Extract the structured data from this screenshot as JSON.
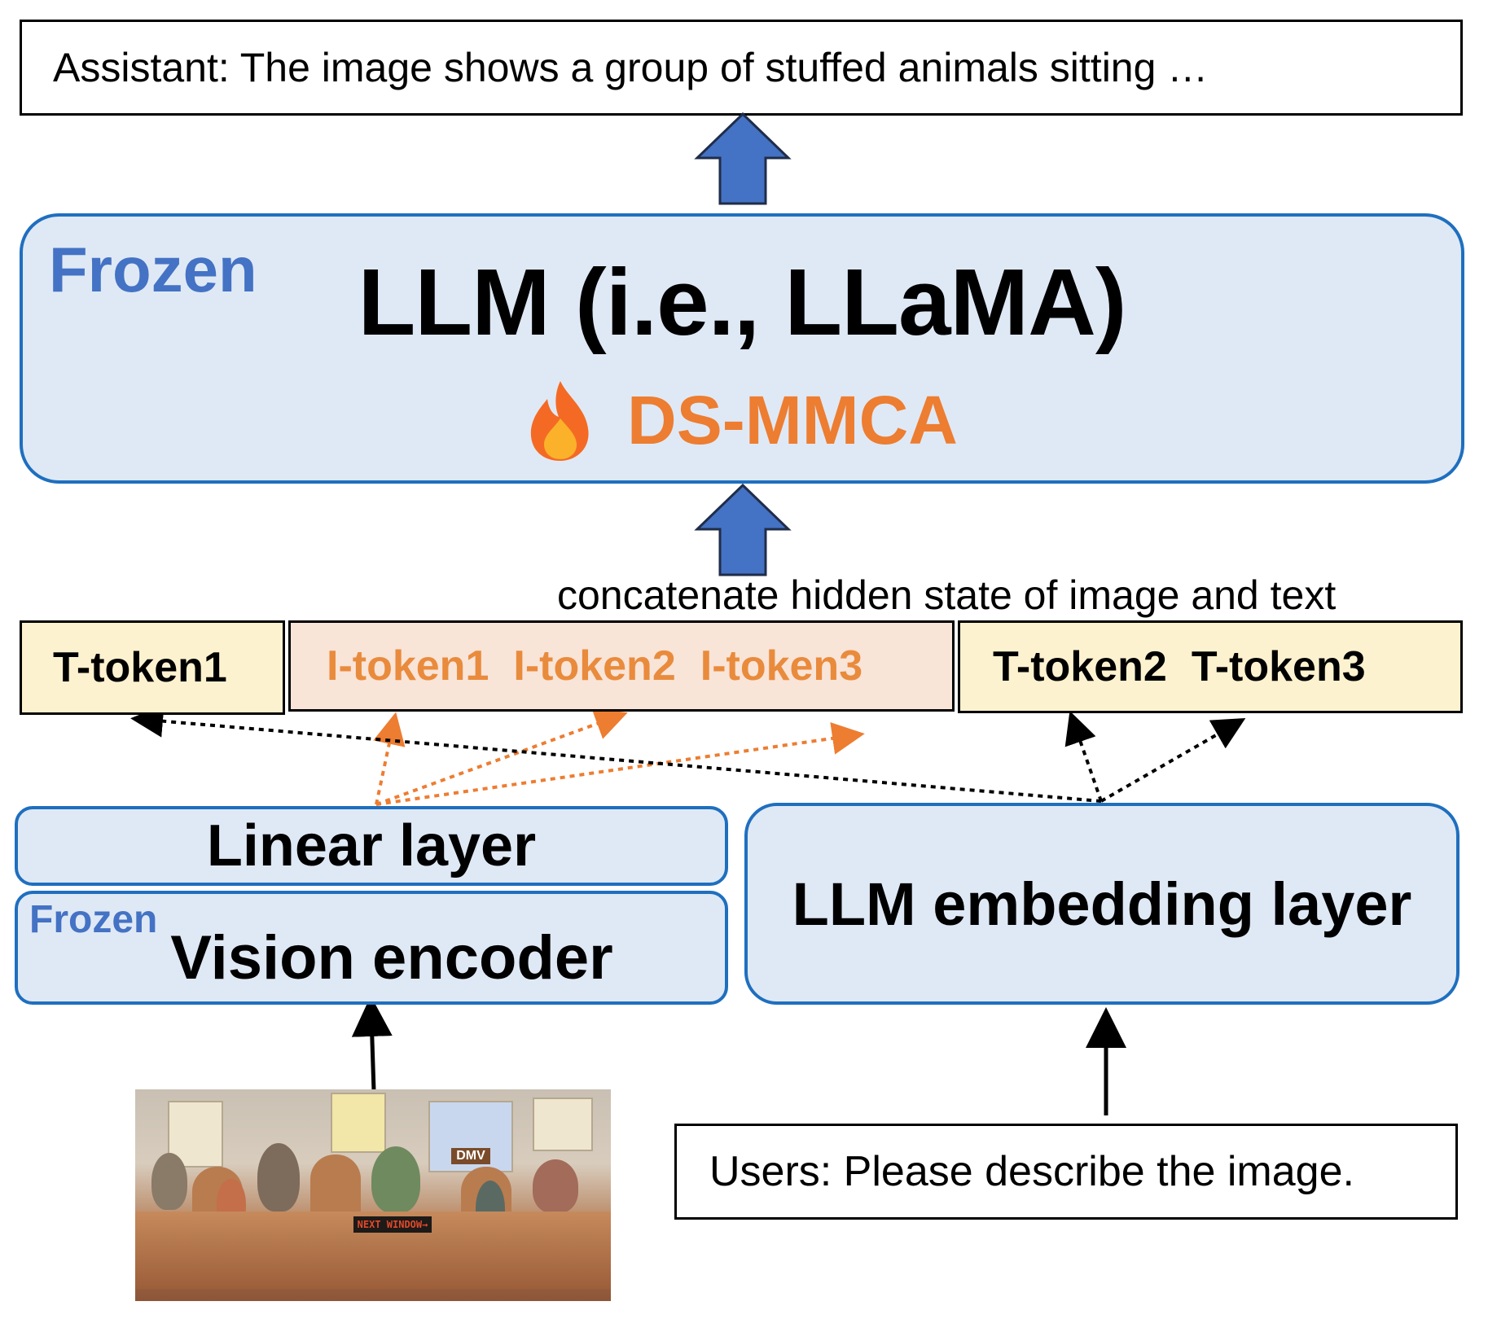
{
  "output": {
    "text": "Assistant: The image shows a group of stuffed animals sitting …"
  },
  "llm": {
    "frozen_label": "Frozen",
    "title": "LLM (i.e., LLaMA)",
    "module_label": "DS-MMCA",
    "module_icon": "fire-icon"
  },
  "concat_label": "concatenate hidden state of image and text",
  "tokens": {
    "t_token1": "T-token1",
    "i_tokens": [
      "I-token1",
      "I-token2",
      "I-token3"
    ],
    "t_tokens_right": [
      "T-token2",
      "T-token3"
    ]
  },
  "linear_layer": {
    "label": "Linear layer"
  },
  "vision_encoder": {
    "frozen_label": "Frozen",
    "label": "Vision encoder"
  },
  "embedding_layer": {
    "label": "LLM embedding layer"
  },
  "input_image": {
    "sign_text": "NEXT WINDOW→",
    "poster_text": "DMV"
  },
  "user_prompt": {
    "text": "Users: Please describe the image."
  },
  "colors": {
    "box_fill": "#dfe9f5",
    "box_border": "#1f6fbf",
    "frozen_text": "#4472c4",
    "accent_orange": "#e98b3c",
    "arrow_blue": "#4472c4",
    "t_token_fill": "#fdf2cf",
    "i_token_fill": "#f9e4d8"
  }
}
